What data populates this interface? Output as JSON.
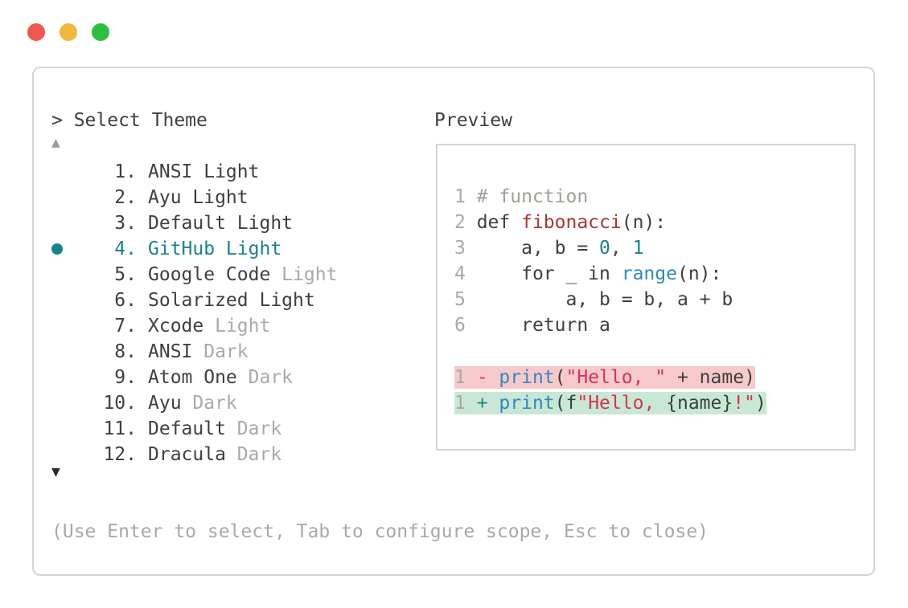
{
  "colors": {
    "accent_teal": "#17838b",
    "text_primary": "#3c4043",
    "text_muted": "#a9a9a9",
    "syntax_comment": "#9ca295",
    "syntax_function": "#a83632",
    "syntax_builtin": "#2f88c4",
    "syntax_number": "#17838b",
    "syntax_string": "#d63455",
    "diff_removed_bg": "#f8c9ca",
    "diff_added_bg": "#c8e8d5",
    "traffic_red": "#f0564f",
    "traffic_yellow": "#f2b63c",
    "traffic_green": "#2bc13e"
  },
  "window_controls": {
    "close": "close",
    "minimize": "minimize",
    "zoom": "zoom"
  },
  "theme_picker": {
    "title": "> Select Theme",
    "scroll_up_icon": "▲",
    "scroll_down_icon": "▼",
    "items": [
      {
        "number": "1.",
        "label": "ANSI Light",
        "muted": "",
        "selected": false
      },
      {
        "number": "2.",
        "label": "Ayu Light",
        "muted": "",
        "selected": false
      },
      {
        "number": "3.",
        "label": "Default Light",
        "muted": "",
        "selected": false
      },
      {
        "number": "4.",
        "label": "GitHub Light",
        "muted": "",
        "selected": true
      },
      {
        "number": "5.",
        "label": "Google Code",
        "muted": "Light",
        "selected": false
      },
      {
        "number": "6.",
        "label": "Solarized Light",
        "muted": "",
        "selected": false
      },
      {
        "number": "7.",
        "label": "Xcode",
        "muted": "Light",
        "selected": false
      },
      {
        "number": "8.",
        "label": "ANSI",
        "muted": "Dark",
        "selected": false
      },
      {
        "number": "9.",
        "label": "Atom One",
        "muted": "Dark",
        "selected": false
      },
      {
        "number": "10.",
        "label": "Ayu",
        "muted": "Dark",
        "selected": false
      },
      {
        "number": "11.",
        "label": "Default",
        "muted": "Dark",
        "selected": false
      },
      {
        "number": "12.",
        "label": "Dracula",
        "muted": "Dark",
        "selected": false
      }
    ],
    "help": "(Use Enter to select, Tab to configure scope, Esc to close)"
  },
  "preview": {
    "title": "Preview",
    "code_lines": [
      {
        "type": "code",
        "tokens": [
          {
            "t": "1 ",
            "c": "lineno"
          },
          {
            "t": "# function",
            "c": "comment"
          }
        ]
      },
      {
        "type": "code",
        "tokens": [
          {
            "t": "2 ",
            "c": "lineno"
          },
          {
            "t": "def ",
            "c": "plain"
          },
          {
            "t": "fibonacci",
            "c": "func"
          },
          {
            "t": "(n):",
            "c": "plain"
          }
        ]
      },
      {
        "type": "code",
        "tokens": [
          {
            "t": "3 ",
            "c": "lineno"
          },
          {
            "t": "    a, b = ",
            "c": "plain"
          },
          {
            "t": "0",
            "c": "number"
          },
          {
            "t": ", ",
            "c": "plain"
          },
          {
            "t": "1",
            "c": "number"
          }
        ]
      },
      {
        "type": "code",
        "tokens": [
          {
            "t": "4 ",
            "c": "lineno"
          },
          {
            "t": "    for _ in ",
            "c": "plain"
          },
          {
            "t": "range",
            "c": "builtin"
          },
          {
            "t": "(n):",
            "c": "plain"
          }
        ]
      },
      {
        "type": "code",
        "tokens": [
          {
            "t": "5 ",
            "c": "lineno"
          },
          {
            "t": "        a, b = b, a + b",
            "c": "plain"
          }
        ]
      },
      {
        "type": "code",
        "tokens": [
          {
            "t": "6 ",
            "c": "lineno"
          },
          {
            "t": "    return a",
            "c": "plain"
          }
        ]
      },
      {
        "type": "blank",
        "tokens": []
      },
      {
        "type": "removed",
        "tokens": [
          {
            "t": "1 ",
            "c": "lineno"
          },
          {
            "t": "- ",
            "c": "string"
          },
          {
            "t": "print",
            "c": "builtin"
          },
          {
            "t": "(",
            "c": "plain"
          },
          {
            "t": "\"Hello, \"",
            "c": "string"
          },
          {
            "t": " + name)",
            "c": "plain"
          }
        ]
      },
      {
        "type": "added",
        "tokens": [
          {
            "t": "1 ",
            "c": "lineno"
          },
          {
            "t": "+ ",
            "c": "number"
          },
          {
            "t": "print",
            "c": "builtin"
          },
          {
            "t": "(f",
            "c": "plain"
          },
          {
            "t": "\"Hello, ",
            "c": "string"
          },
          {
            "t": "{name}",
            "c": "plain"
          },
          {
            "t": "!\"",
            "c": "string"
          },
          {
            "t": ")",
            "c": "plain"
          }
        ]
      }
    ]
  }
}
